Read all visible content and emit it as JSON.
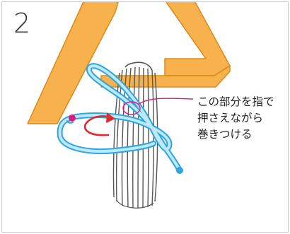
{
  "step": {
    "number": "2"
  },
  "callout": {
    "lines": [
      "この部分を指で",
      "押さえながら",
      "巻きつける"
    ]
  },
  "colors": {
    "frame_fill": "#f7b24d",
    "frame_stroke": "#d98a1a",
    "cord_fill": "#bfe9fb",
    "cord_stroke": "#2aa6e0",
    "cord_end": "#2aa6e0",
    "cord_start": "#e0197e",
    "leader": "#e0197e",
    "arrow": "#e32a2a",
    "strand": "#555555",
    "border": "#c9c9c9"
  },
  "icons": [
    "hanger-frame-icon",
    "tassel-strands-icon",
    "wrapping-cord-icon",
    "rotation-arrow-icon",
    "callout-leader-icon"
  ]
}
